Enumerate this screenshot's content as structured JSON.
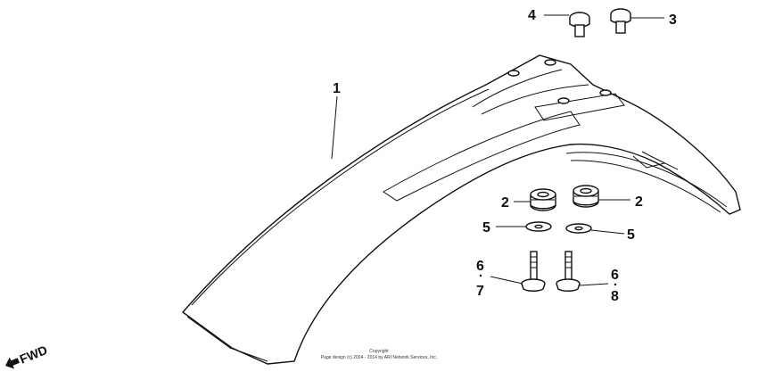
{
  "callouts": {
    "p1": "1",
    "p2a": "2",
    "p2b": "2",
    "p3": "3",
    "p4": "4",
    "p5a": "5",
    "p5b": "5",
    "p6a": "6",
    "p6b": "6",
    "p7": "7",
    "p8": "8"
  },
  "direction_label": "FWD",
  "copyright": {
    "line1": "Copyright",
    "line2": "Page design (c) 2004 - 2014 by ARI Network Services, Inc."
  }
}
